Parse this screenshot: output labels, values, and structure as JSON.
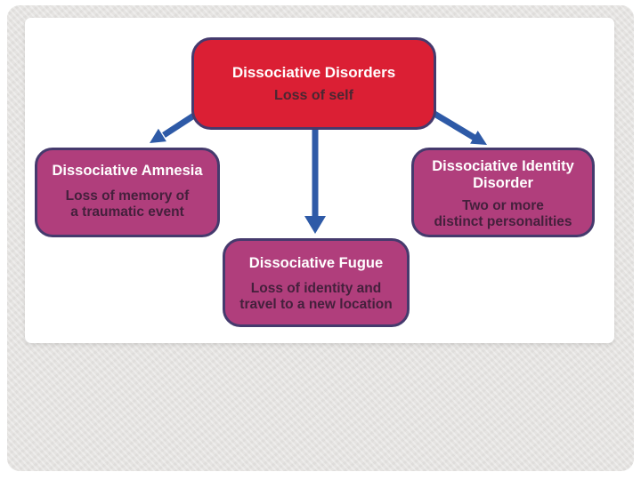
{
  "colors": {
    "page_bg": "#e5e3e1",
    "slide_bg": "#ffffff",
    "root_fill": "#db1f34",
    "node_fill": "#b03e7c",
    "node_border": "#453a6d",
    "arrow": "#2e5aa7",
    "title_text": "#ffffff",
    "subtitle_text": "#44203c",
    "root_subtitle_text": "#4a2732"
  },
  "diagram": {
    "root": {
      "title": "Dissociative Disorders",
      "subtitle": "Loss of self"
    },
    "nodes": [
      {
        "title": "Dissociative Amnesia",
        "subtitle": "Loss of memory of\na traumatic event"
      },
      {
        "title": "Dissociative Fugue",
        "subtitle": "Loss of identity and\ntravel to a new location"
      },
      {
        "title": "Dissociative Identity\nDisorder",
        "subtitle": "Two or more\ndistinct personalities"
      }
    ]
  }
}
